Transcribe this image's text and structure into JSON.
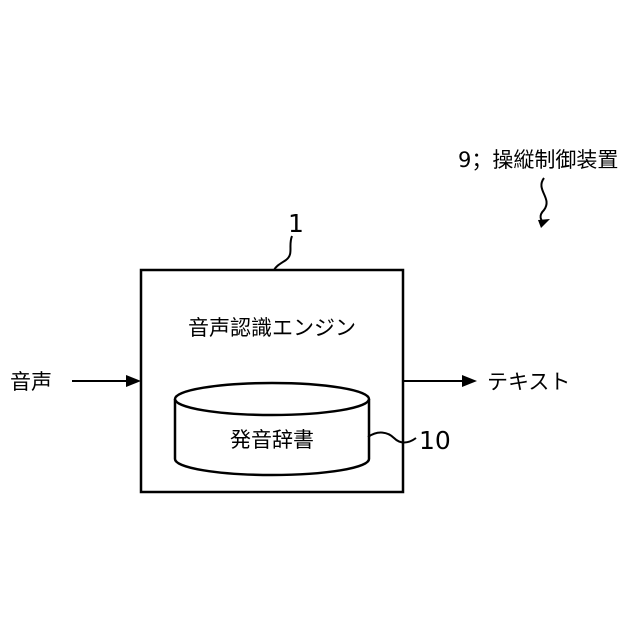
{
  "device_label": "9；操縦制御装置",
  "engine": {
    "ref_number": "1",
    "title": "音声認識エンジン"
  },
  "dictionary": {
    "ref_number": "10",
    "label": "発音辞書"
  },
  "input_label": "音声",
  "output_label": "テキスト",
  "colors": {
    "line": "#000000",
    "background": "#ffffff"
  }
}
